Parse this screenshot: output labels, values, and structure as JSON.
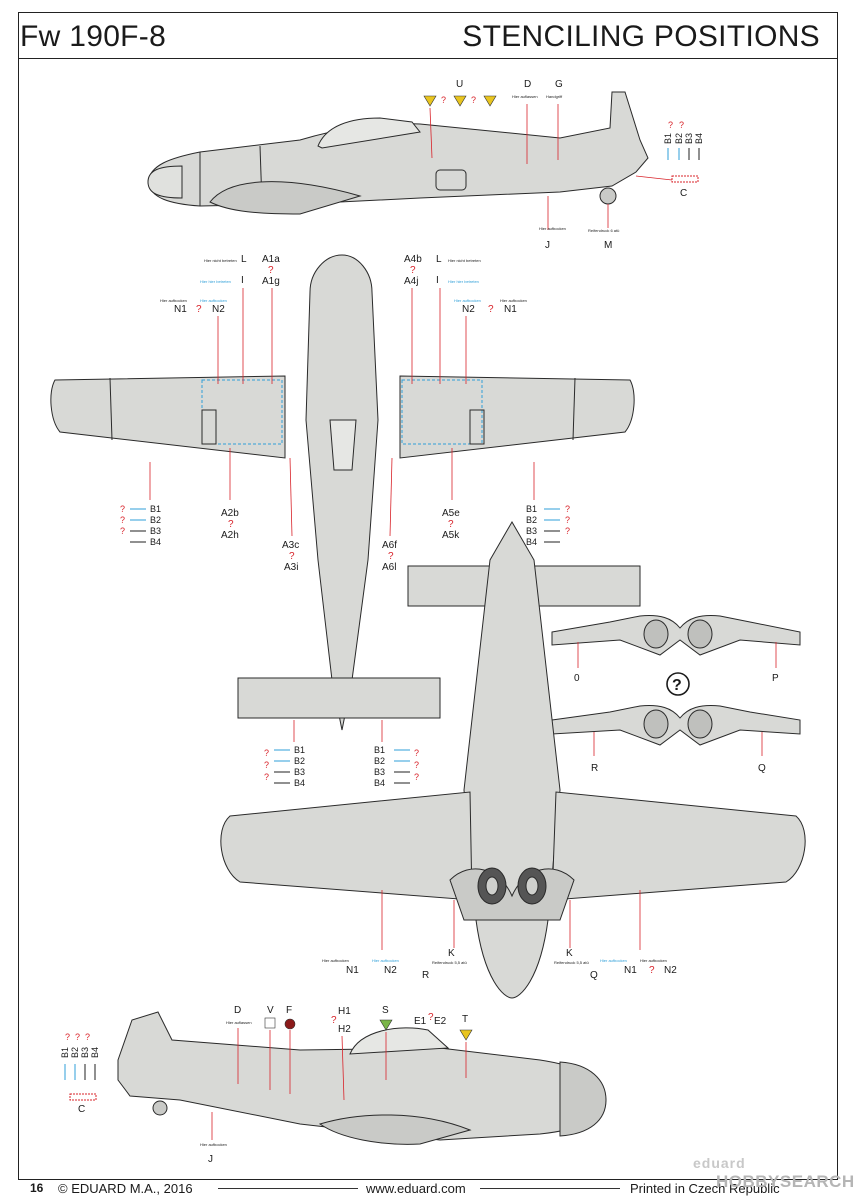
{
  "header": {
    "title_left": "Fw 190F-8",
    "title_right": "STENCILING POSITIONS"
  },
  "footer": {
    "page": "16",
    "copyright": "© EDUARD M.A., 2016",
    "website": "www.eduard.com",
    "printed": "Printed in Czech Republic",
    "logo": "eduard",
    "watermark": "HOBBYSEARCH"
  },
  "colors": {
    "aircraft_fill": "#d8d9d6",
    "outline": "#2a2a2a",
    "stencil_blue": "#2f9fd8",
    "leader_red": "#d8232a",
    "question_red": "#d8232a",
    "warning_yellow": "#e9c51f"
  },
  "side_top": {
    "U": "U",
    "D": "D",
    "G": "G",
    "J": "J",
    "M": "M",
    "C": "C",
    "B1": "B1",
    "B2": "B2",
    "B3": "B3",
    "B4": "B4",
    "D_text": "Hier auflassen",
    "G_text": "Handgriff",
    "J_text": "Hier aufbocken",
    "M_text": "Reifendruck 6 atü"
  },
  "plan_top": {
    "L": "L",
    "I": "I",
    "A1a": "A1a",
    "A1g": "A1g",
    "A4b": "A4b",
    "A4j": "A4j",
    "N1": "N1",
    "N2": "N2",
    "L_text": "Hier nicht betreten",
    "I_text": "Hier hier betreten",
    "N1_text": "Hier aufbocken",
    "N2_text": "Hier aufbocken",
    "A2b": "A2b",
    "A2h": "A2h",
    "A3c": "A3c",
    "A3i": "A3i",
    "A6f": "A6f",
    "A6l": "A6l",
    "A5e": "A5e",
    "A5k": "A5k",
    "B1": "B1",
    "B2": "B2",
    "B3": "B3",
    "B4": "B4"
  },
  "gear_doors": {
    "O": "0",
    "P": "P",
    "R": "R",
    "Q": "Q",
    "unknown": "?"
  },
  "plan_bottom": {
    "N1": "N1",
    "N2": "N2",
    "K": "K",
    "R": "R",
    "Q": "Q",
    "N1_text": "Hier aufbocken",
    "N2_text": "Hier aufbocken",
    "K_text": "Reifendruck 5,5 atü"
  },
  "side_bottom": {
    "D": "D",
    "V": "V",
    "F": "F",
    "H1": "H1",
    "H2": "H2",
    "S": "S",
    "E1": "E1",
    "E2": "E2",
    "T": "T",
    "J": "J",
    "C": "C",
    "B1": "B1",
    "B2": "B2",
    "B3": "B3",
    "B4": "B4",
    "D_text": "Hier auflassen",
    "J_text": "Hier aufbocken"
  },
  "question": "?"
}
